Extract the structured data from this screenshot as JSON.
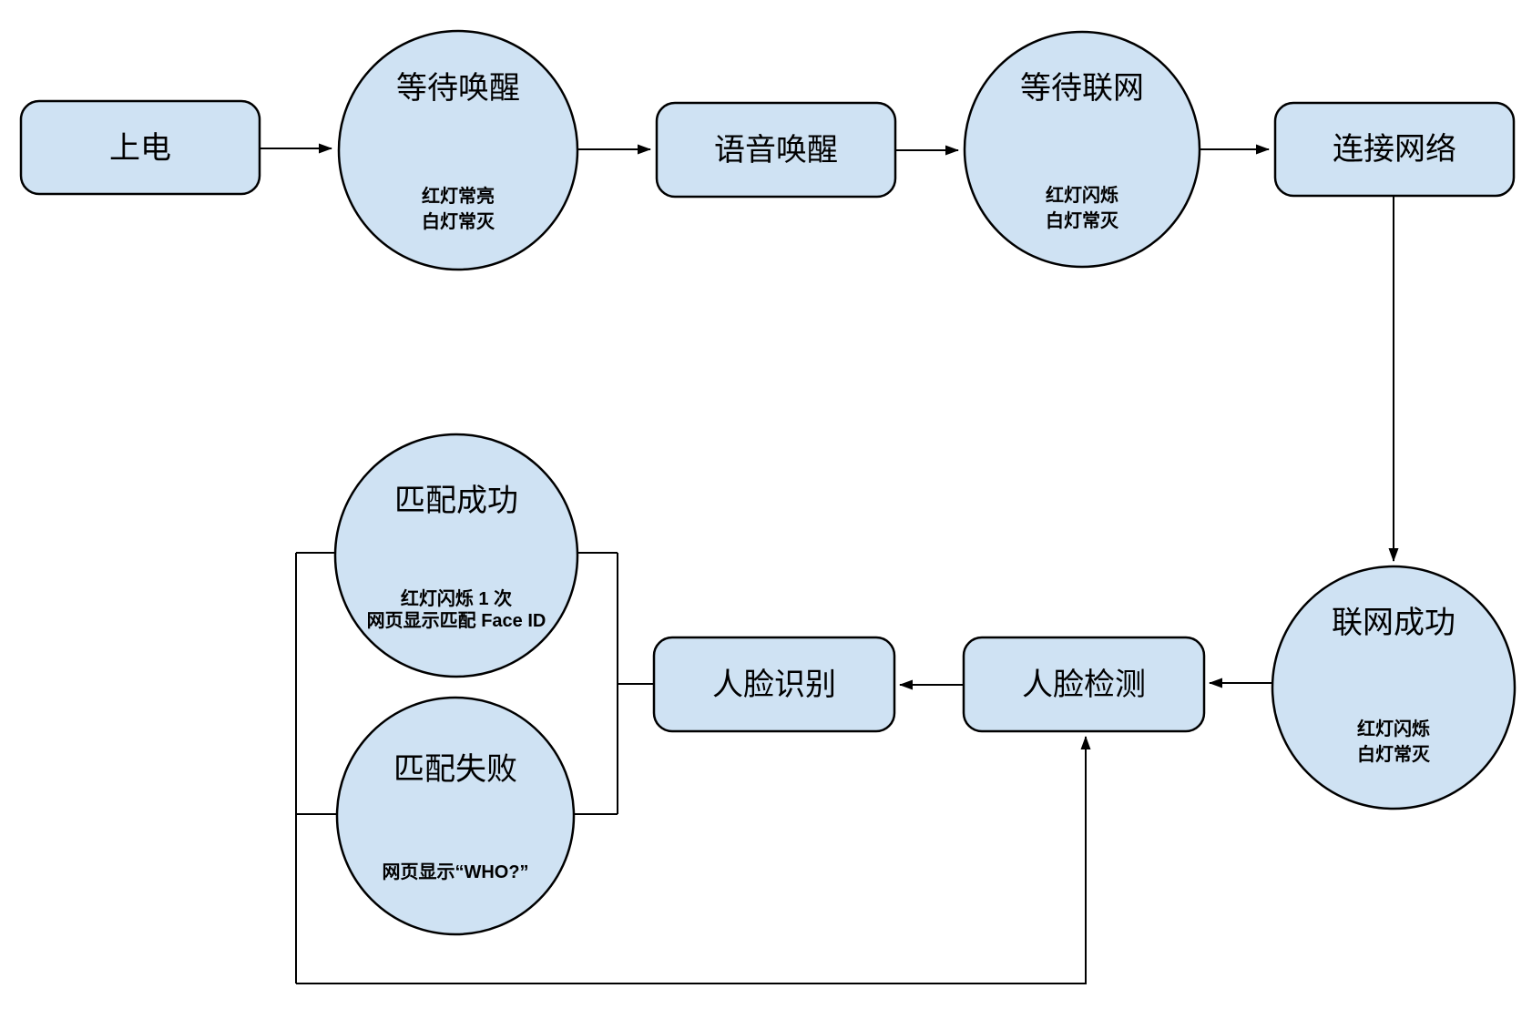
{
  "diagram": {
    "title": "device-boot-face-recognition-flow",
    "colors": {
      "node_fill": "#cfe2f3",
      "node_stroke": "#000000",
      "connector": "#000000",
      "background": "#ffffff"
    },
    "nodes": {
      "power_on": {
        "label": "上电"
      },
      "wait_wake": {
        "title": "等待唤醒",
        "notes": [
          "红灯常亮",
          "白灯常灭"
        ]
      },
      "voice_wake": {
        "label": "语音唤醒"
      },
      "wait_network": {
        "title": "等待联网",
        "notes": [
          "红灯闪烁",
          "白灯常灭"
        ]
      },
      "connect_network": {
        "label": "连接网络"
      },
      "network_success": {
        "title": "联网成功",
        "notes": [
          "红灯闪烁",
          "白灯常灭"
        ]
      },
      "face_detect": {
        "label": "人脸检测"
      },
      "face_recognize": {
        "label": "人脸识别"
      },
      "match_success": {
        "title": "匹配成功",
        "notes": [
          "红灯闪烁 1 次",
          "网页显示匹配 Face ID"
        ]
      },
      "match_fail": {
        "title": "匹配失败",
        "notes": [
          "网页显示“WHO?”"
        ]
      }
    }
  }
}
